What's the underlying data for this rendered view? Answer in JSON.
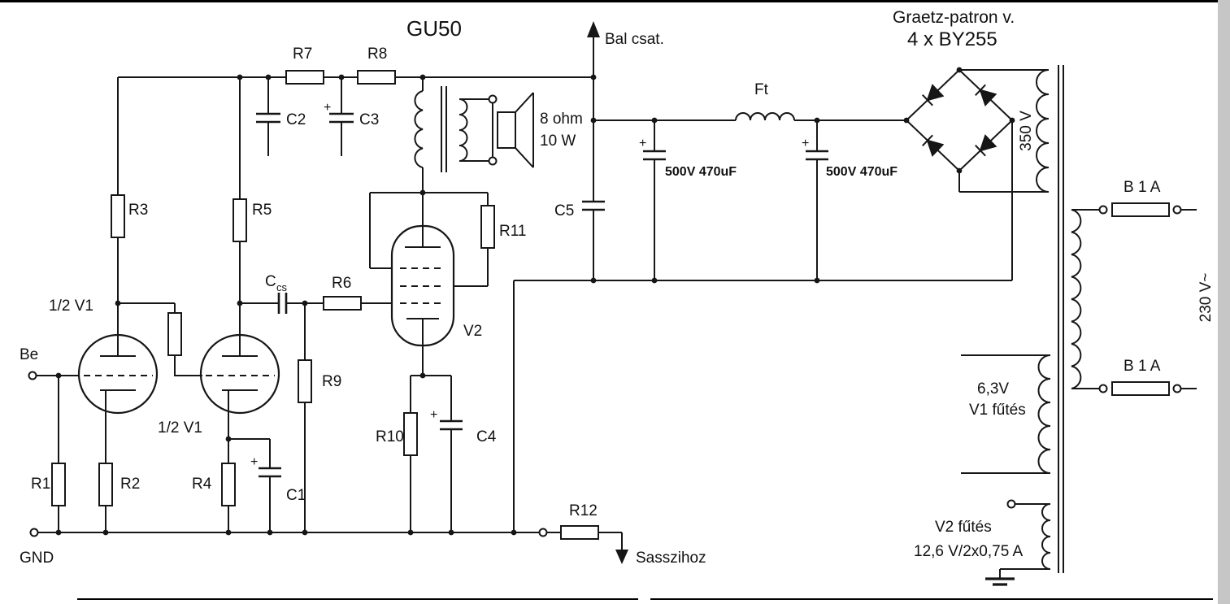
{
  "title": "GU50",
  "rectifier": {
    "line1": "Graetz-patron v.",
    "line2": "4 x BY255"
  },
  "tubes": {
    "v1_upper": "1/2 V1",
    "v1_lower": "1/2 V1",
    "v2": "V2"
  },
  "resistors": {
    "r1": "R1",
    "r2": "R2",
    "r3": "R3",
    "r4": "R4",
    "r5": "R5",
    "r6": "R6",
    "r7": "R7",
    "r8": "R8",
    "r9": "R9",
    "r10": "R10",
    "r11": "R11",
    "r12": "R12"
  },
  "capacitors": {
    "c1": "C1",
    "c2": "C2",
    "c3": "C3",
    "c4": "C4",
    "c5": "C5",
    "ccs_base": "C",
    "ccs_sub": "cs",
    "plus": "+"
  },
  "inductors": {
    "ft": "Ft"
  },
  "terminals": {
    "input": "Be",
    "ground": "GND",
    "left_channel": "Bal csat.",
    "chassis": "Sasszihoz"
  },
  "speaker": {
    "impedance": "8 ohm",
    "power": "10 W"
  },
  "power": {
    "filter_cap_1": "500V 470uF",
    "filter_cap_2": "500V 470uF",
    "hv_secondary": "350 V",
    "fuse_1": "B 1 A",
    "fuse_2": "B 1 A",
    "mains": "230 V~",
    "v1_heater_line1": "6,3V",
    "v1_heater_line2": "V1 fűtés",
    "v2_heater_line1": "V2 fűtés",
    "v2_heater_line2": "12,6 V/2x0,75 A"
  }
}
